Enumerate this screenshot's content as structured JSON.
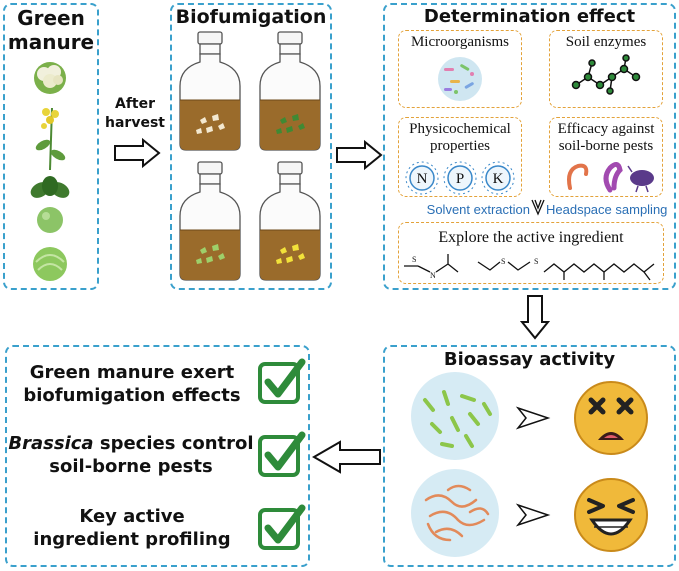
{
  "panels": {
    "green_manure": {
      "title_line1": "Green",
      "title_line2": "manure"
    },
    "after_harvest": {
      "line1": "After",
      "line2": "harvest"
    },
    "biofumigation": {
      "title": "Biofumigation"
    },
    "determination": {
      "title": "Determination effect",
      "microorganisms": "Microorganisms",
      "soil_enzymes": "Soil enzymes",
      "physicochemical_line1": "Physicochemical",
      "physicochemical_line2": "properties",
      "nutrients": [
        "N",
        "P",
        "K"
      ],
      "efficacy_line1": "Efficacy against",
      "efficacy_line2": "soil-borne pests",
      "solvent_extraction": "Solvent extraction",
      "headspace_sampling": "Headspace sampling",
      "explore": "Explore the active ingredient"
    },
    "bioassay": {
      "title": "Bioassay activity"
    },
    "conclusions": {
      "item1_line1": "Green manure exert",
      "item1_line2": "biofumigation effects",
      "item2_italic": "Brassica",
      "item2_rest": " species control",
      "item2_line2": "soil-borne pests",
      "item3_line1": "Key active",
      "item3_line2": "ingredient profiling"
    }
  },
  "colors": {
    "panel_border": "#3aa0cc",
    "sub_border": "#e3a23a",
    "check_green": "#2e8b3a",
    "soil": "#9a6b2b",
    "emoji": "#f0b93a",
    "blue_text": "#2a6fb5"
  }
}
